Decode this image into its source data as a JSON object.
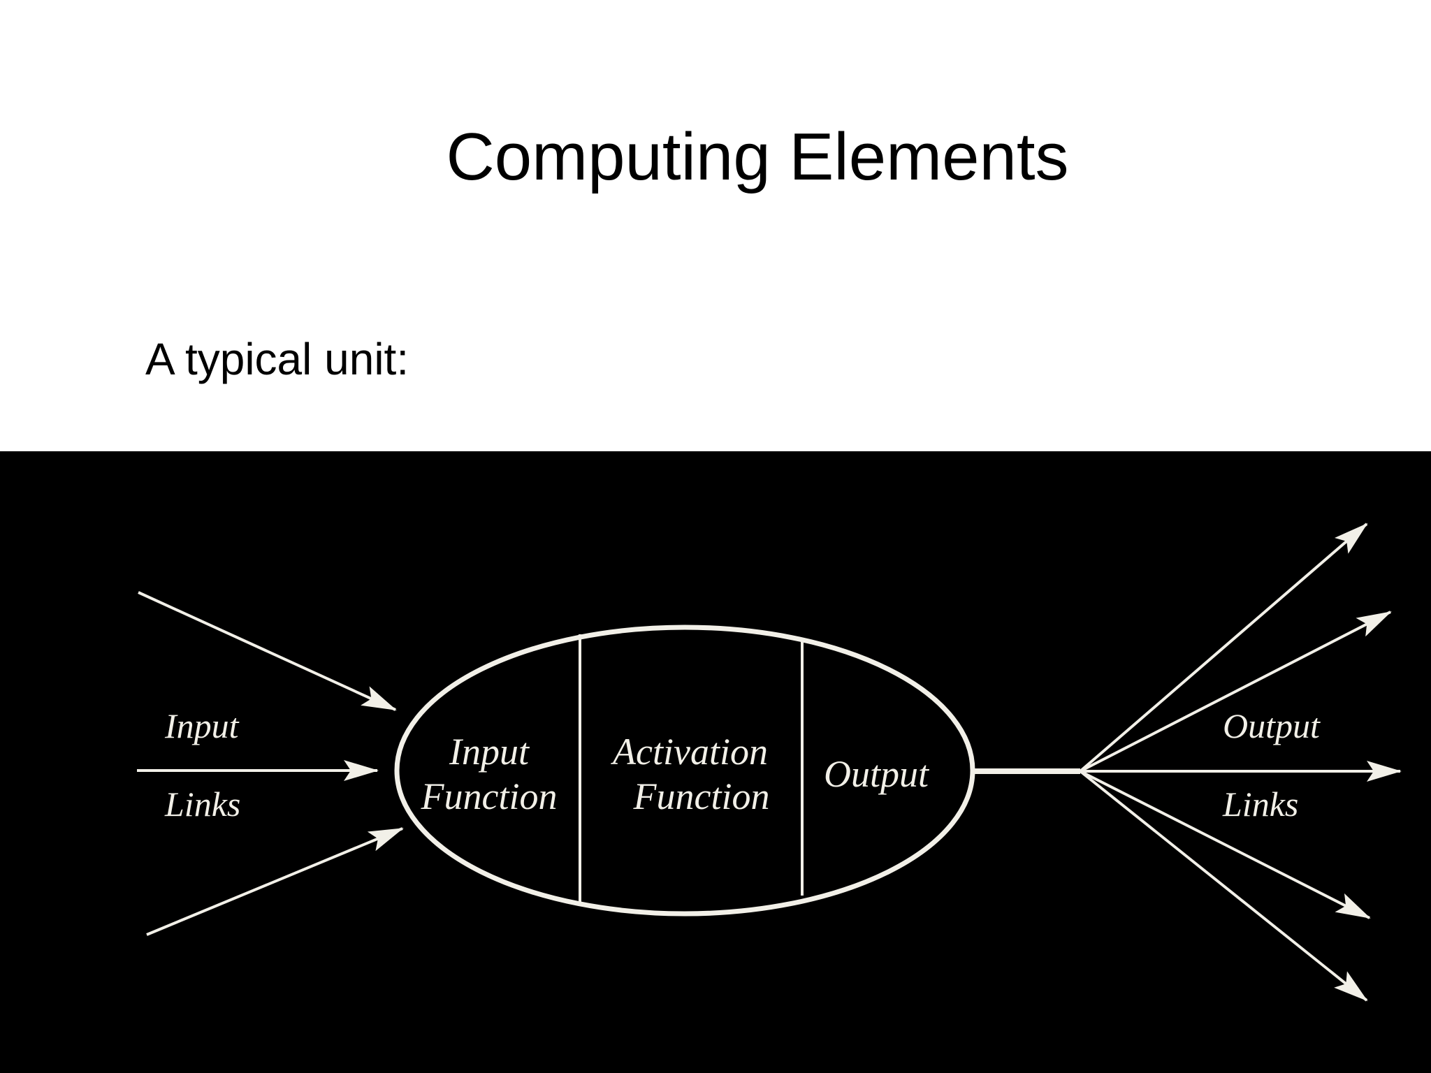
{
  "title": "Computing Elements",
  "subtitle": "A typical unit:",
  "diagram": {
    "input_links_label": [
      "Input",
      "Links"
    ],
    "output_links_label": [
      "Output",
      "Links"
    ],
    "sections": [
      {
        "lines": [
          "Input",
          "Function"
        ]
      },
      {
        "lines": [
          "Activation",
          "Function"
        ]
      },
      {
        "lines": [
          "Output"
        ]
      }
    ],
    "colors": {
      "panel": "#000000",
      "stroke": "#f2f0e8"
    }
  }
}
